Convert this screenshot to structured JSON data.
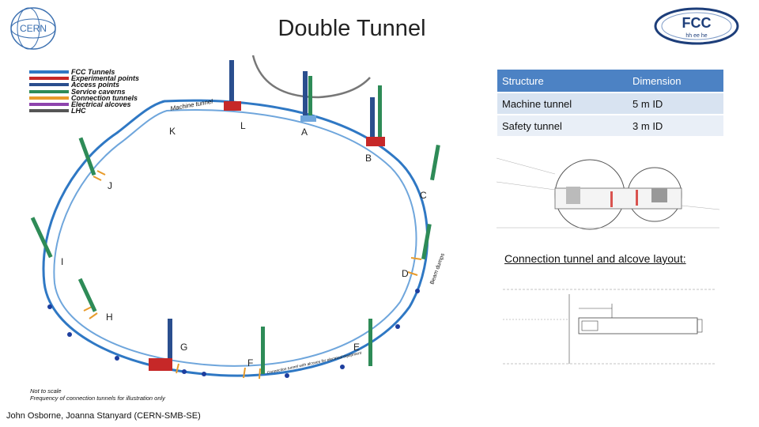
{
  "header": {
    "title": "Double Tunnel"
  },
  "logos": {
    "left": "CERN",
    "right": "FCC",
    "right_sub": "hh ee he"
  },
  "legend": [
    {
      "label": "FCC Tunnels",
      "color": "#2f78c4"
    },
    {
      "label": "Experimental points",
      "color": "#c62828"
    },
    {
      "label": "Access points",
      "color": "#2a4e8e"
    },
    {
      "label": "Service caverns",
      "color": "#2e8b57"
    },
    {
      "label": "Connection tunnels",
      "color": "#e89b2b"
    },
    {
      "label": "Electrical alcoves",
      "color": "#8e44ad"
    },
    {
      "label": "LHC",
      "color": "#555555"
    }
  ],
  "points": [
    "A",
    "B",
    "C",
    "D",
    "E",
    "F",
    "G",
    "H",
    "I",
    "J",
    "K",
    "L"
  ],
  "diagram_labels": {
    "machine_tunnel": "Machine tunnel",
    "beam_dump": "Beam dumps",
    "connection_note": "Connection tunnel with alcoves for electrical equipment",
    "not_to_scale": "Not to scale",
    "frequency": "Frequency of connection tunnels for illustration only"
  },
  "table": {
    "headers": [
      "Structure",
      "Dimension"
    ],
    "rows": [
      [
        "Machine tunnel",
        "5 m ID"
      ],
      [
        "Safety tunnel",
        "3 m ID"
      ]
    ]
  },
  "connection_layout_title": "Connection tunnel and alcove layout:",
  "footer": {
    "credit": "John Osborne, Joanna Stanyard (CERN-SMB-SE)"
  }
}
